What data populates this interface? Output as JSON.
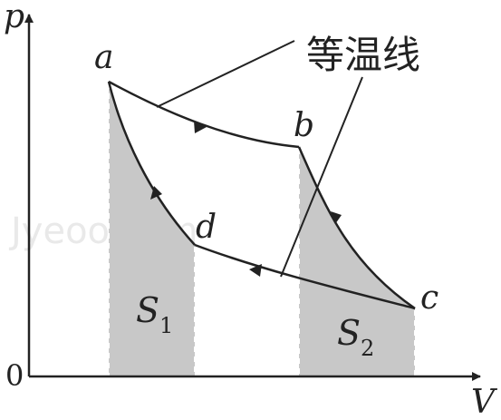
{
  "diagram": {
    "axis_labels": {
      "y": "p",
      "x": "V",
      "origin": "0"
    },
    "point_labels": {
      "a": "a",
      "b": "b",
      "c": "c",
      "d": "d"
    },
    "area_labels": {
      "s1": {
        "letter": "S",
        "sub": "1"
      },
      "s2": {
        "letter": "S",
        "sub": "2"
      }
    },
    "annotation": "等温线",
    "watermark": "Jyeoo.com",
    "colors": {
      "stroke": "#222222",
      "shade": "#c8c8c8",
      "dash": "#ffffff"
    }
  }
}
